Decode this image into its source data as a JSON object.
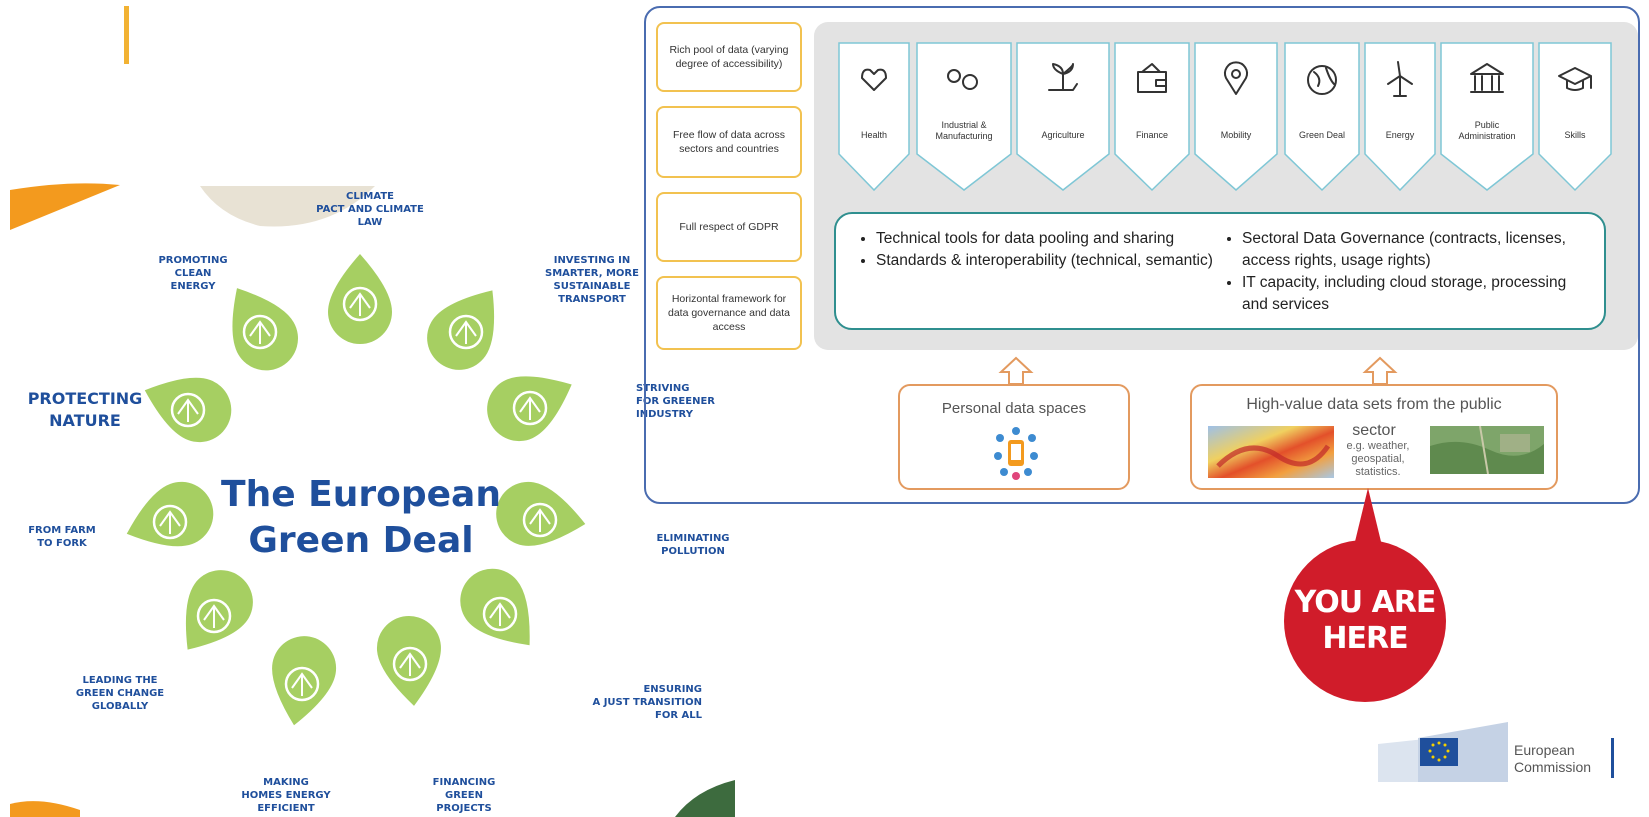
{
  "green_deal": {
    "title_line1": "The European",
    "title_line2": "Green Deal",
    "labels": {
      "climate": "CLIMATE\nPACT AND CLIMATE\nLAW",
      "transport": "INVESTING IN\nSMARTER, MORE\nSUSTAINABLE\nTRANSPORT",
      "industry": "STRIVING\nFOR GREENER\nINDUSTRY",
      "pollution": "ELIMINATING\nPOLLUTION",
      "transition": "ENSURING\nA JUST TRANSITION\nFOR ALL",
      "financing": "FINANCING\nGREEN\nPROJECTS",
      "homes": "MAKING\nHOMES ENERGY\nEFFICIENT",
      "global": "LEADING THE\nGREEN CHANGE\nGLOBALLY",
      "farm": "FROM FARM\nTO FORK",
      "nature": "PROTECTING\nNATURE",
      "energy": "PROMOTING\nCLEAN\nENERGY"
    }
  },
  "data_spaces": {
    "side_boxes": [
      "Rich pool of data (varying degree of accessibility)",
      "Free flow of data across sectors and countries",
      "Full respect of GDPR",
      "Horizontal framework for data governance and data access"
    ],
    "sectors": [
      "Health",
      "Industrial &\nManufacturing",
      "Agriculture",
      "Finance",
      "Mobility",
      "Green Deal",
      "Energy",
      "Public\nAdministration",
      "Skills"
    ],
    "tools_left": [
      "Technical tools for data pooling and sharing",
      "Standards & interoperability (technical, semantic)"
    ],
    "tools_right": [
      "Sectoral Data Governance (contracts, licenses, access rights, usage rights)",
      "IT capacity, including cloud storage, processing and services"
    ],
    "personal_title": "Personal data spaces",
    "public_title": "High-value data sets from the public",
    "public_sector": "sector",
    "public_examples": "e.g. weather,\ngeospatial,\nstatistics."
  },
  "callout": {
    "line1": "YOU ARE",
    "line2": "HERE"
  },
  "logo": {
    "line1": "European",
    "line2": "Commission"
  },
  "colors": {
    "leaf": "#a6cf62",
    "navy": "#1f4f9c",
    "red": "#d01c2a",
    "orange": "#f39a1e"
  }
}
